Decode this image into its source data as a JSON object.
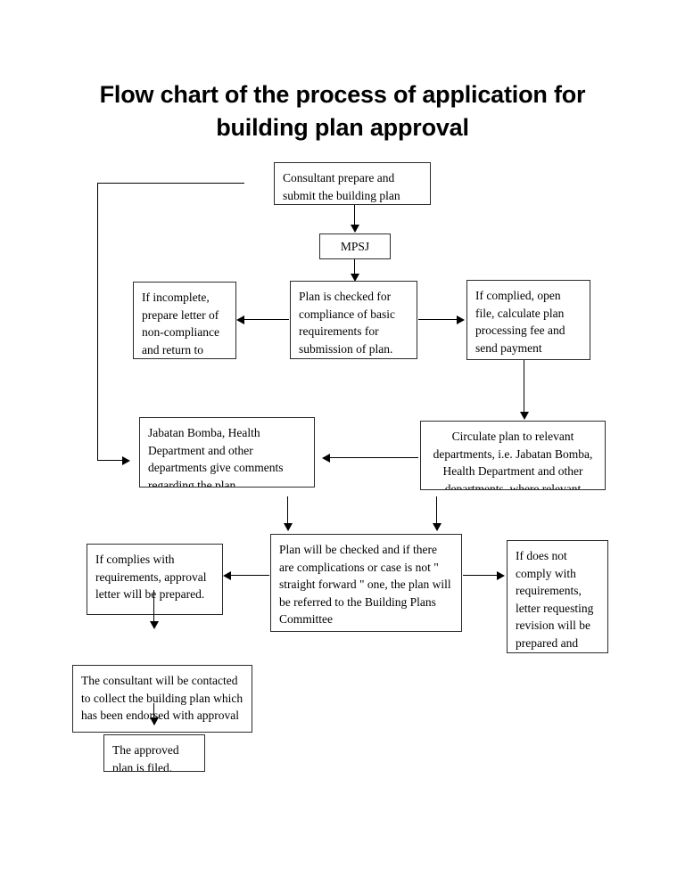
{
  "document": {
    "title": "Flow chart of the process of application for building plan approval",
    "title_lines": [
      "Flow chart of the process of application for",
      "building plan approval"
    ]
  },
  "colors": {
    "page_background": "#ffffff",
    "text": "#000000",
    "box_border": "#2b2b2b",
    "connector": "#000000"
  },
  "chart_data": {
    "type": "diagram",
    "diagram_kind": "flowchart",
    "title": "Flow chart of the process of application for building plan approval",
    "nodes": [
      {
        "id": "n1",
        "label": "Consultant prepare and submit the building plan",
        "shape": "rectangle",
        "text_align": "left",
        "clipped": false
      },
      {
        "id": "n2",
        "label": "MPSJ",
        "shape": "rectangle",
        "text_align": "left",
        "clipped": false
      },
      {
        "id": "n3",
        "label": "Plan is checked for compliance of basic requirements for submission of plan.",
        "shape": "rectangle",
        "text_align": "left",
        "clipped": false
      },
      {
        "id": "n4",
        "label": "If incomplete, prepare letter of non-compliance and return to consultant",
        "visible_text": "If incomplete, prepare letter of non-compliance and return to",
        "shape": "rectangle",
        "text_align": "left",
        "clipped": true
      },
      {
        "id": "n5",
        "label": "If complied, open file, calculate plan processing fee and send payment",
        "shape": "rectangle",
        "text_align": "left",
        "clipped": false
      },
      {
        "id": "n6",
        "label": "Circulate plan to relevant departments, i.e. Jabatan Bomba, Health Department and other departments, where relevant",
        "visible_text": "Circulate plan to relevant departments, i.e. Jabatan Bomba, Health Department and other departments, where",
        "shape": "rectangle",
        "text_align": "center",
        "clipped": true
      },
      {
        "id": "n7",
        "label": "Jabatan Bomba, Health Department and other departments give comments regarding the plan",
        "shape": "rectangle",
        "text_align": "left",
        "clipped": false
      },
      {
        "id": "n8",
        "label": "Plan will be checked and if there are complications or case is not \" straight forward \" one, the plan will be referred to the Building Plans Committee",
        "shape": "rectangle",
        "text_align": "left",
        "clipped": false
      },
      {
        "id": "n9",
        "label": "If complies with requirements, approval letter will be prepared.",
        "shape": "rectangle",
        "text_align": "left",
        "clipped": false
      },
      {
        "id": "n10",
        "label": "If does not comply with requirements, letter requesting revision will be prepared and sent",
        "visible_text": "If does not comply with requirements, letter requesting revision will be prepared and",
        "shape": "rectangle",
        "text_align": "left",
        "clipped": true
      },
      {
        "id": "n11",
        "label": "The consultant will be contacted to collect the building plan which has been endorsed with approval",
        "shape": "rectangle",
        "text_align": "left",
        "clipped": false
      },
      {
        "id": "n12",
        "label": "The approved plan is filed.",
        "shape": "rectangle",
        "text_align": "left",
        "clipped": false
      }
    ],
    "edges": [
      {
        "from": "n1",
        "to": "n2",
        "direction": "down"
      },
      {
        "from": "n2",
        "to": "n3",
        "direction": "down"
      },
      {
        "from": "n3",
        "to": "n4",
        "direction": "left"
      },
      {
        "from": "n3",
        "to": "n5",
        "direction": "right"
      },
      {
        "from": "n5",
        "to": "n6",
        "direction": "down"
      },
      {
        "from": "n6",
        "to": "n7",
        "direction": "left"
      },
      {
        "from": "n1",
        "to": "n7",
        "direction": "loop-left",
        "note": "feedback line from top area routed around the left margin into the comments box"
      },
      {
        "from": "n7",
        "to": "n8",
        "direction": "down"
      },
      {
        "from": "n6",
        "to": "n8",
        "direction": "down"
      },
      {
        "from": "n8",
        "to": "n9",
        "direction": "left"
      },
      {
        "from": "n8",
        "to": "n10",
        "direction": "right"
      },
      {
        "from": "n9",
        "to": "n11",
        "direction": "down"
      },
      {
        "from": "n11",
        "to": "n12",
        "direction": "down"
      }
    ]
  }
}
